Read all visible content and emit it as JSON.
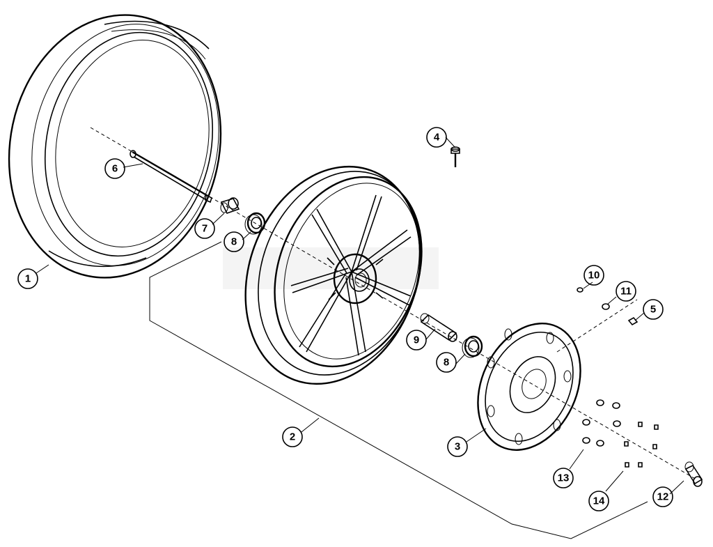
{
  "callouts": [
    {
      "id": "1",
      "label": "1"
    },
    {
      "id": "2",
      "label": "2"
    },
    {
      "id": "3",
      "label": "3"
    },
    {
      "id": "4",
      "label": "4"
    },
    {
      "id": "5",
      "label": "5"
    },
    {
      "id": "6",
      "label": "6"
    },
    {
      "id": "7",
      "label": "7"
    },
    {
      "id": "8a",
      "label": "8"
    },
    {
      "id": "8b",
      "label": "8"
    },
    {
      "id": "9",
      "label": "9"
    },
    {
      "id": "10",
      "label": "10"
    },
    {
      "id": "11",
      "label": "11"
    },
    {
      "id": "12",
      "label": "12"
    },
    {
      "id": "13",
      "label": "13"
    },
    {
      "id": "14",
      "label": "14"
    }
  ],
  "colors": {
    "line": "#000000",
    "background": "#ffffff",
    "shade": "#c8c8c8"
  }
}
